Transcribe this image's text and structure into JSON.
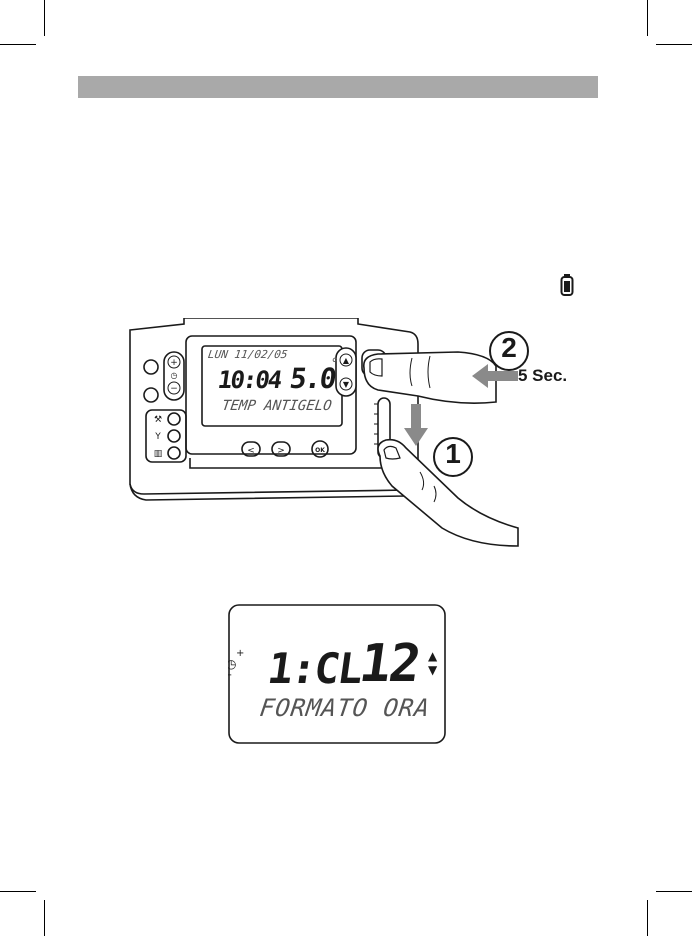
{
  "device_screen": {
    "date": "LUN 11/02/05",
    "time": "10:04",
    "temperature": "5.0",
    "degree_symbol": "°",
    "caption": "TEMP ANTIGELO"
  },
  "steps": {
    "step1_number": "1",
    "step2_number": "2",
    "duration": "5 Sec."
  },
  "lcd_detail": {
    "mode_code": "1:CL",
    "value": "12",
    "caption": "FORMATO ORA"
  },
  "icons": [
    "battery-icon",
    "clock-icon",
    "plus-icon",
    "minus-icon",
    "up-arrow-icon",
    "down-arrow-icon",
    "left-arrow-icon",
    "right-arrow-icon",
    "ok-icon",
    "wrench-icon",
    "glass-icon",
    "heating-icon",
    "hand-icon"
  ],
  "colors": {
    "header_bar": "#a9a9a9",
    "ink": "#1a1a1a",
    "arrow": "#8a8a8a"
  }
}
